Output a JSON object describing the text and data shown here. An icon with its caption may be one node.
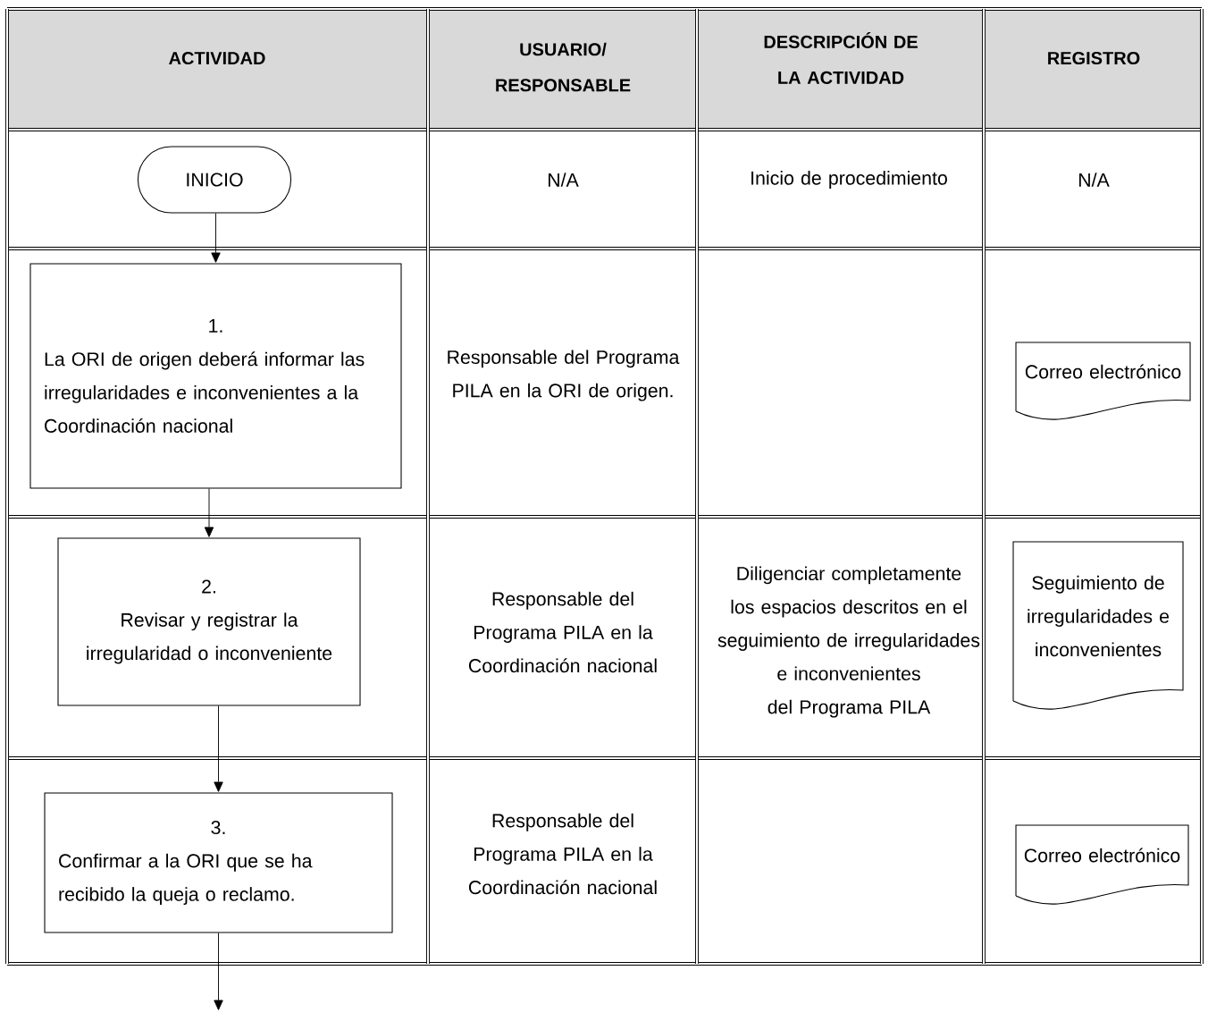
{
  "diagram": {
    "nodes": [
      {
        "text": [
          "INICIO"
        ]
      },
      {
        "text": [
          "1.",
          "La ORI de origen deberá informar las irregularidades e inconvenientes a la Coordinación nacional"
        ]
      },
      {
        "text": [
          "2.",
          "Revisar y registrar la irregularidad o inconveniente"
        ]
      },
      {
        "text": [
          "3.",
          "Confirmar a la ORI que se ha recibido la queja o reclamo."
        ]
      },
      {
        "text": [
          "Correo electrónico"
        ]
      },
      {
        "text": [
          "Seguimiento de irregularidades e inconvenientes"
        ]
      },
      {
        "text": [
          "Correo electrónico"
        ]
      }
    ],
    "edges": [
      {
        "from": 0,
        "to": 1,
        "arrow": "to"
      },
      {
        "from": 1,
        "to": 2,
        "arrow": "to"
      },
      {
        "from": 2,
        "to": 3,
        "arrow": "to"
      },
      {
        "from": 3,
        "to": null,
        "arrow": "to"
      }
    ],
    "labels": [
      "ACTIVIDAD",
      "USUARIO/ RESPONSABLE",
      "DESCRIPCIÓN DE LA ACTIVIDAD",
      "REGISTRO",
      "N/A",
      "Inicio de procedimiento",
      "N/A",
      "Responsable del Programa PILA en la ORI de origen.",
      "Responsable del Programa PILA en la Coordinación nacional",
      "Diligenciar completamente los espacios descritos en el seguimiento de irregularidades e inconvenientes del Programa PILA",
      "Responsable del Programa PILA en la Coordinación nacional"
    ]
  }
}
